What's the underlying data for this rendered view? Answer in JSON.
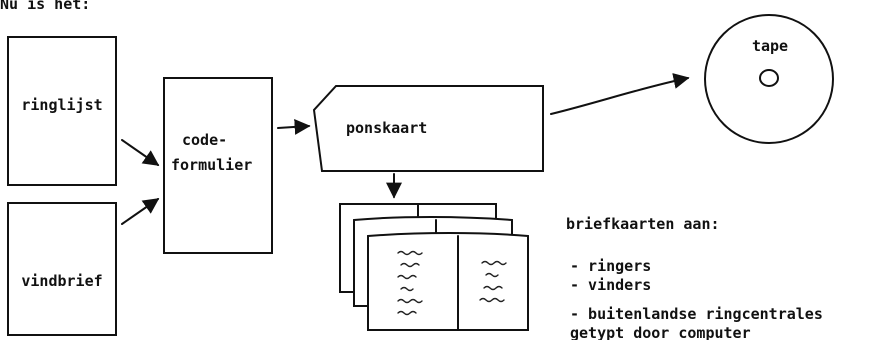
{
  "heading": "Nu is het:",
  "boxes": {
    "ringlijst": "ringlijst",
    "vindbrief": "vindbrief",
    "codeformulier_line1": "code-",
    "codeformulier_line2": "formulier",
    "ponskaart": "ponskaart",
    "tape": "tape"
  },
  "briefkaarten": {
    "title": "briefkaarten aan:",
    "recipients": [
      "- ringers",
      "- vinders",
      "- buitenlandse ringcentrales"
    ],
    "footer": "getypt door computer"
  }
}
